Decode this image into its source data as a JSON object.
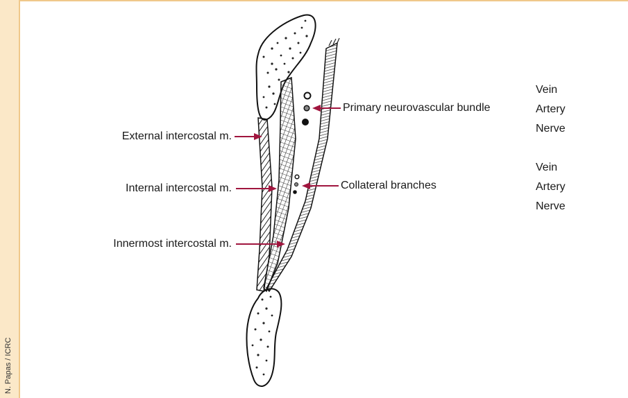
{
  "credit": "N. Papas / ICRC",
  "labels": {
    "external": "External intercostal m.",
    "internal": "Internal intercostal m.",
    "innermost": "Innermost intercostal m.",
    "primary": "Primary neurovascular bundle",
    "collateral": "Collateral branches"
  },
  "primary_vessels": [
    "Vein",
    "Artery",
    "Nerve"
  ],
  "collateral_vessels": [
    "Vein",
    "Artery",
    "Nerve"
  ],
  "colors": {
    "arrow": "#a0153e",
    "frame_border": "#f0c88a",
    "background": "#fbe8c8"
  }
}
